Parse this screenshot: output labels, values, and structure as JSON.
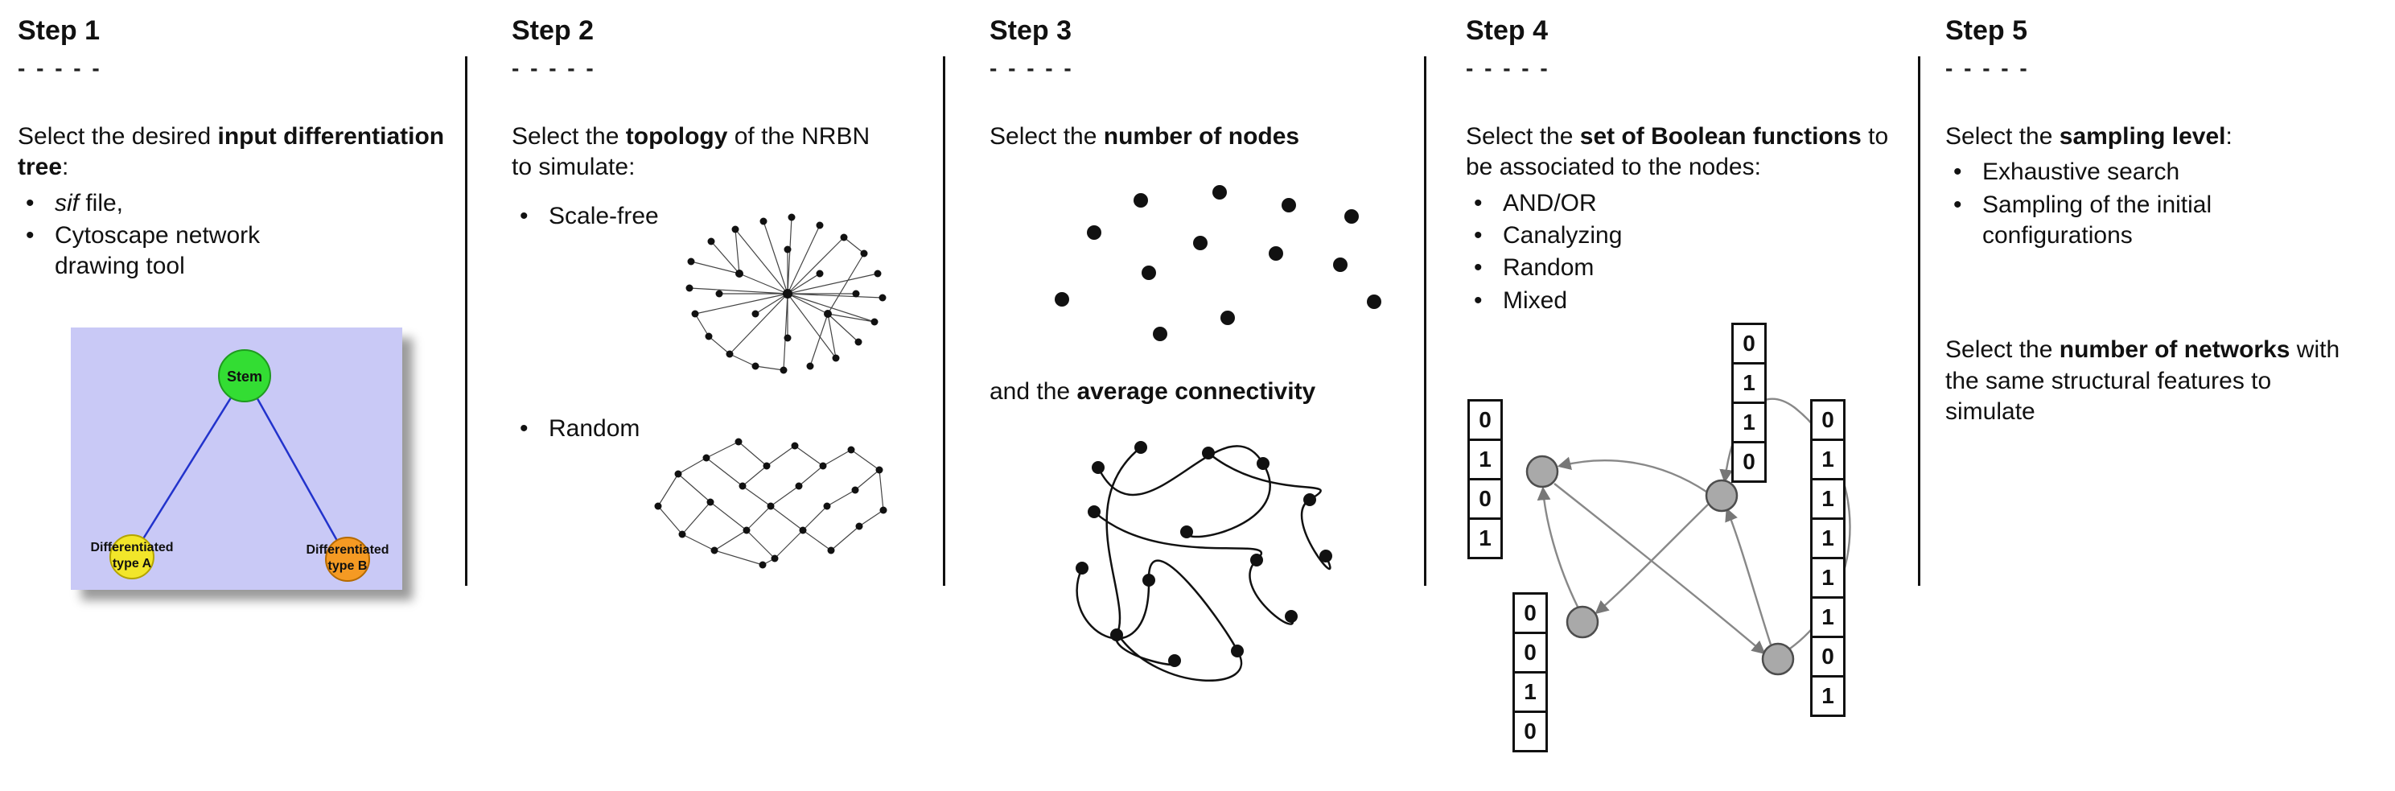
{
  "step1": {
    "title": "Step 1",
    "dashes": "- - - - -",
    "intro": {
      "pre": "Select the desired ",
      "bold": "input differentiation tree",
      "post": ":"
    },
    "bullets": {
      "b1_italic": "sif",
      "b1_rest": " file,",
      "b2": "Cytoscape network drawing tool"
    },
    "tree": {
      "stem": "Stem",
      "type_a_line1": "Differentiated",
      "type_a_line2": "type A",
      "type_b_line1": "Differentiated",
      "type_b_line2": "type B"
    },
    "colors": {
      "panel_bg": "#c9c9f6",
      "stem_fill": "#33dd33",
      "stem_stroke": "#1f9a1f",
      "type_a_fill": "#f2e62a",
      "type_a_stroke": "#b3a400",
      "type_b_fill": "#f59a23",
      "type_b_stroke": "#b56a00",
      "edge": "#2233cc"
    }
  },
  "step2": {
    "title": "Step 2",
    "dashes": "- - - - -",
    "intro": {
      "pre": "Select the ",
      "bold": "topology",
      "post": " of the NRBN to simulate:"
    },
    "bullets": [
      "Scale-free",
      "Random"
    ]
  },
  "step3": {
    "title": "Step 3",
    "dashes": "- - - - -",
    "line1": {
      "pre": "Select the ",
      "bold": "number of nodes",
      "post": ""
    },
    "line2": {
      "pre": "and the ",
      "bold": "average connectivity",
      "post": ""
    }
  },
  "step4": {
    "title": "Step 4",
    "dashes": "- - - - -",
    "intro": {
      "pre": "Select the ",
      "bold": "set of Boolean functions",
      "post": " to be associated to the nodes:"
    },
    "bullets": [
      "AND/OR",
      "Canalyzing",
      "Random",
      "Mixed"
    ],
    "truth_tables": {
      "left": [
        "0",
        "1",
        "0",
        "1"
      ],
      "top": [
        "0",
        "1",
        "1",
        "0"
      ],
      "bottom": [
        "0",
        "0",
        "1",
        "0"
      ],
      "right": [
        "0",
        "1",
        "1",
        "1",
        "1",
        "1",
        "0",
        "1"
      ]
    }
  },
  "step5": {
    "title": "Step 5",
    "dashes": "- - - - -",
    "intro": {
      "pre": "Select the ",
      "bold": "sampling level",
      "post": ":"
    },
    "bullets": [
      "Exhaustive search",
      "Sampling of the initial configurations"
    ],
    "second": {
      "pre": "Select the ",
      "bold": "number of networks",
      "post": " with the same structural features to simulate"
    }
  }
}
